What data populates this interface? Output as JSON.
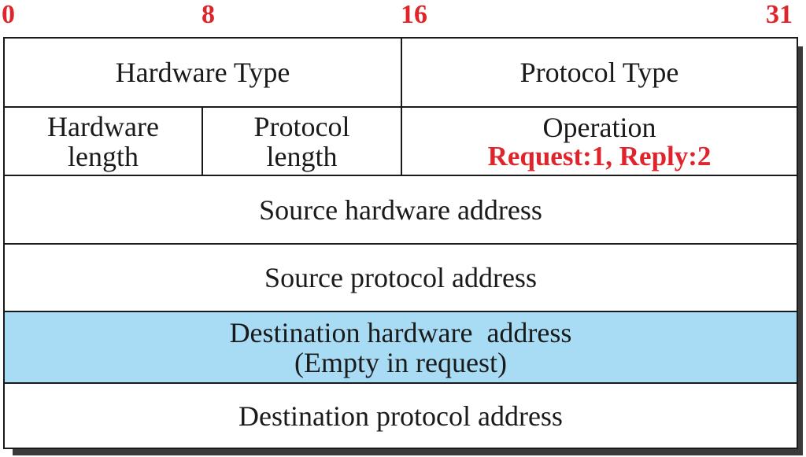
{
  "bit_positions": [
    "0",
    "8",
    "16",
    "31"
  ],
  "fields": {
    "hardware_type": "Hardware Type",
    "protocol_type": "Protocol Type",
    "hardware_length": [
      "Hardware",
      "length"
    ],
    "protocol_length": [
      "Protocol",
      "length"
    ],
    "operation": "Operation",
    "operation_values": "Request:1, Reply:2",
    "source_hardware_address": "Source hardware address",
    "source_protocol_address": "Source protocol address",
    "destination_hardware_address": "Destination hardware  address",
    "destination_hardware_note": "(Empty in request)",
    "destination_protocol_address": "Destination protocol address"
  },
  "colors": {
    "bit_labels": "#e0242b",
    "operation_values": "#e0242b",
    "highlight_row": "#a8dcf4",
    "lines": "#1a1a1a"
  }
}
